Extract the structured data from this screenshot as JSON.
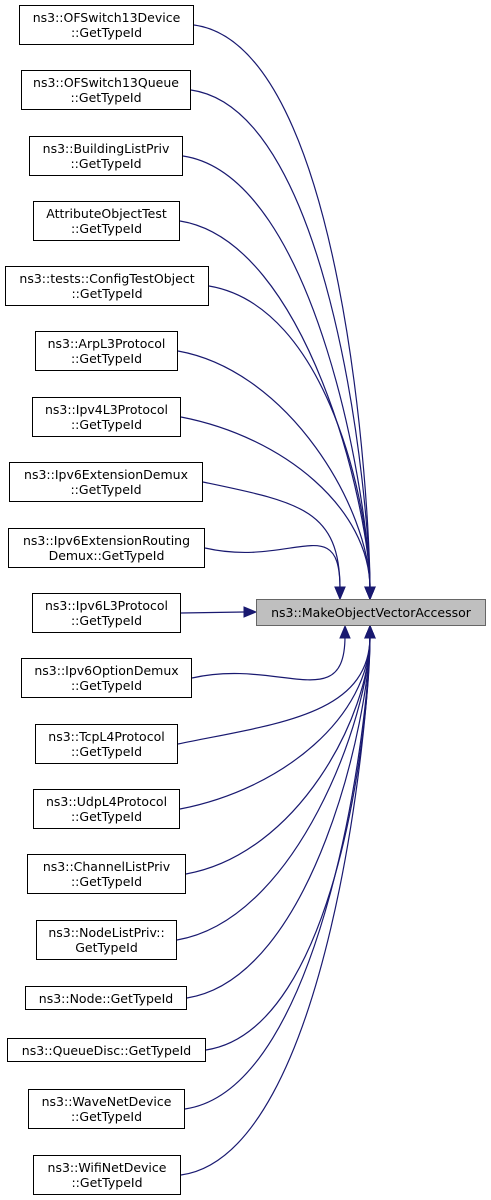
{
  "target": {
    "label": "ns3::MakeObjectVectorAccessor"
  },
  "callers": [
    {
      "line1": "ns3::OFSwitch13Device",
      "line2": "::GetTypeId"
    },
    {
      "line1": "ns3::OFSwitch13Queue",
      "line2": "::GetTypeId"
    },
    {
      "line1": "ns3::BuildingListPriv",
      "line2": "::GetTypeId"
    },
    {
      "line1": "AttributeObjectTest",
      "line2": "::GetTypeId"
    },
    {
      "line1": "ns3::tests::ConfigTestObject",
      "line2": "::GetTypeId"
    },
    {
      "line1": "ns3::ArpL3Protocol",
      "line2": "::GetTypeId"
    },
    {
      "line1": "ns3::Ipv4L3Protocol",
      "line2": "::GetTypeId"
    },
    {
      "line1": "ns3::Ipv6ExtensionDemux",
      "line2": "::GetTypeId"
    },
    {
      "line1": "ns3::Ipv6ExtensionRouting",
      "line2": "Demux::GetTypeId"
    },
    {
      "line1": "ns3::Ipv6L3Protocol",
      "line2": "::GetTypeId"
    },
    {
      "line1": "ns3::Ipv6OptionDemux",
      "line2": "::GetTypeId"
    },
    {
      "line1": "ns3::TcpL4Protocol",
      "line2": "::GetTypeId"
    },
    {
      "line1": "ns3::UdpL4Protocol",
      "line2": "::GetTypeId"
    },
    {
      "line1": "ns3::ChannelListPriv",
      "line2": "::GetTypeId"
    },
    {
      "line1": "ns3::NodeListPriv::",
      "line2": "GetTypeId"
    },
    {
      "line1": "ns3::Node::GetTypeId",
      "line2": ""
    },
    {
      "line1": "ns3::QueueDisc::GetTypeId",
      "line2": ""
    },
    {
      "line1": "ns3::WaveNetDevice",
      "line2": "::GetTypeId"
    },
    {
      "line1": "ns3::WifiNetDevice",
      "line2": "::GetTypeId"
    }
  ],
  "colors": {
    "edge": "#191970",
    "target_fill": "#bfbfbf",
    "node_border": "#000000"
  }
}
